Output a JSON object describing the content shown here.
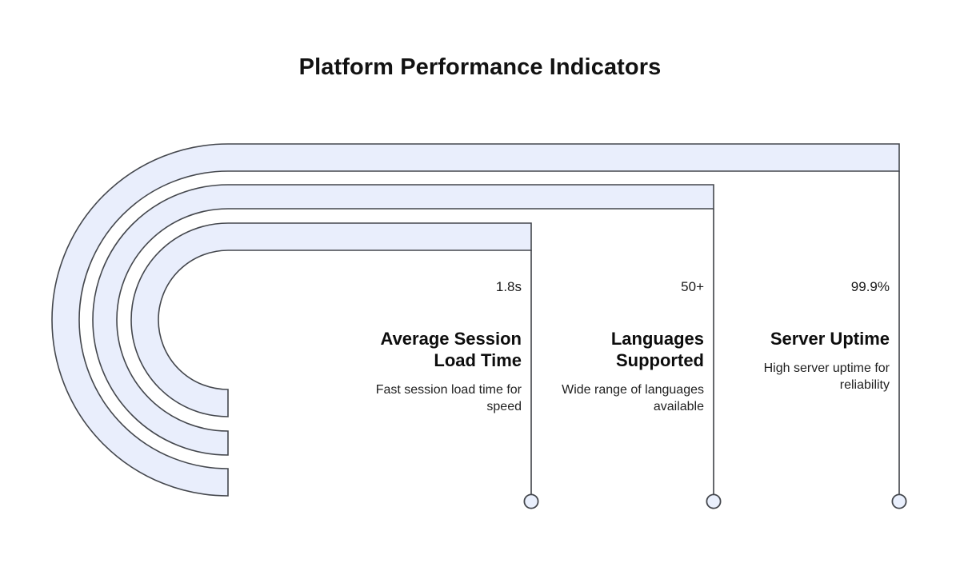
{
  "header": {
    "title": "Platform Performance Indicators"
  },
  "theme": {
    "ribbon_fill": "#e9eefc",
    "ribbon_stroke": "#44474d",
    "connector_stroke": "#3f4248",
    "marker_fill": "#eaf0fd",
    "marker_stroke": "#44474d",
    "background": "#ffffff",
    "title_color": "#121212",
    "text_color": "#1a1a1a"
  },
  "chart_data": {
    "type": "diagram",
    "title": "Platform Performance Indicators",
    "subtype": "nested-curved-ribbon-timeline",
    "items": [
      {
        "value": "1.8s",
        "label": "Average Session Load Time",
        "description": "Fast session load time for speed"
      },
      {
        "value": "50+",
        "label": "Languages Supported",
        "description": "Wide range of languages available"
      },
      {
        "value": "99.9%",
        "label": "Server Uptime",
        "description": "High server uptime for reliability"
      }
    ]
  }
}
